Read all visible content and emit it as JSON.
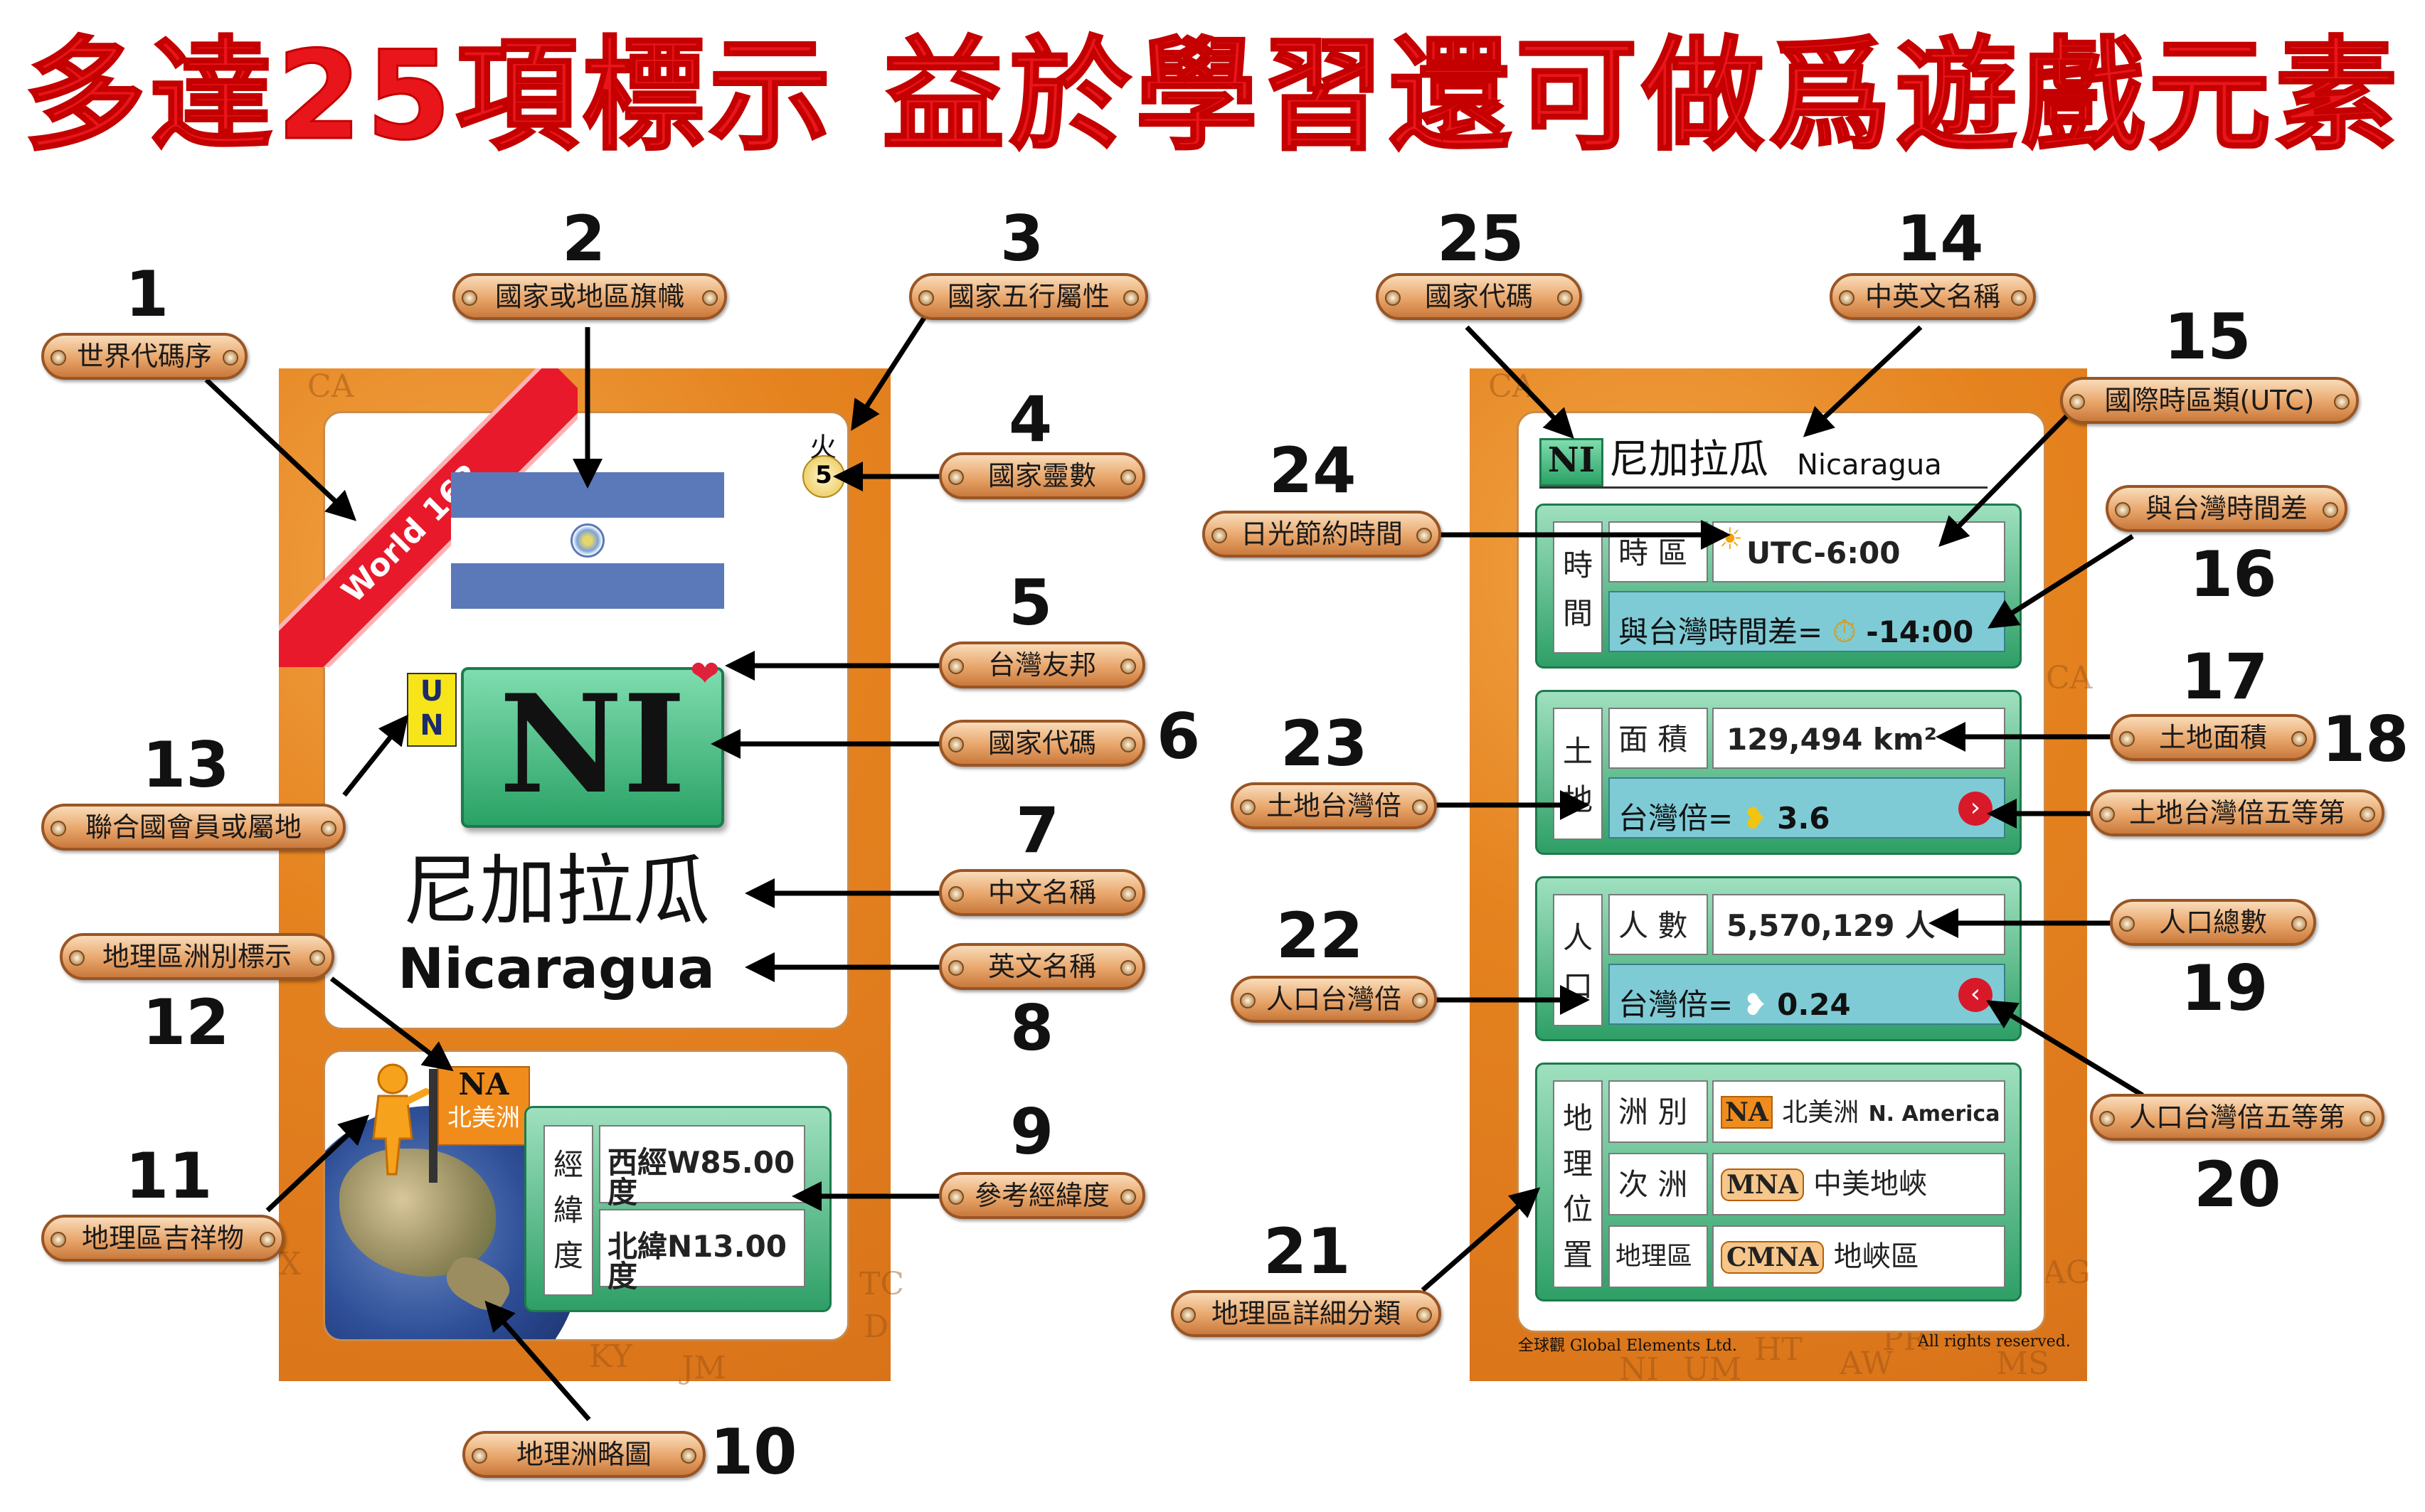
{
  "title": "多達25項標示  益於學習還可做爲遊戲元素",
  "callouts": {
    "c1": "世界代碼序",
    "c2": "國家或地區旗幟",
    "c3": "國家五行屬性",
    "c4": "國家靈數",
    "c5": "台灣友邦",
    "c6": "國家代碼",
    "c7": "中文名稱",
    "c8": "英文名稱",
    "c9": "參考經緯度",
    "c10": "地理洲略圖",
    "c11": "地理區吉祥物",
    "c12": "地理區洲別標示",
    "c13": "聯合國會員或屬地",
    "c14": "中英文名稱",
    "c15": "國際時區類(UTC)",
    "c16": "與台灣時間差",
    "c17": "土地面積",
    "c18": "土地台灣倍五等第",
    "c19": "人口總數",
    "c20": "人口台灣倍五等第",
    "c21": "地理區詳細分類",
    "c22": "人口台灣倍",
    "c23": "土地台灣倍",
    "c24": "日光節約時間",
    "c25": "國家代碼"
  },
  "numbers": {
    "n1": "1",
    "n2": "2",
    "n3": "3",
    "n4": "4",
    "n5": "5",
    "n6": "6",
    "n7": "7",
    "n8": "8",
    "n9": "9",
    "n10": "10",
    "n11": "11",
    "n12": "12",
    "n13": "13",
    "n14": "14",
    "n15": "15",
    "n16": "16",
    "n17": "17",
    "n18": "18",
    "n19": "19",
    "n20": "20",
    "n21": "21",
    "n22": "22",
    "n23": "23",
    "n24": "24",
    "n25": "25"
  },
  "left_card": {
    "ribbon": "World 162",
    "element": "火",
    "spirit_number": "5",
    "un_u": "U",
    "un_n": "N",
    "code": "NI",
    "name_zh": "尼加拉瓜",
    "name_en": "Nicaragua",
    "region_code": "NA",
    "region_name": "北美洲",
    "coord_label_1": "經",
    "coord_label_2": "緯",
    "coord_label_3": "度",
    "longitude": "西經W85.00度",
    "latitude": "北緯N13.00度",
    "bg_texts": [
      "CA",
      "TC",
      "D",
      "KY",
      "JM",
      "X"
    ]
  },
  "right_card": {
    "code": "NI",
    "name_zh": "尼加拉瓜",
    "name_en": "Nicaragua",
    "time": {
      "group_label_1": "時",
      "group_label_2": "間",
      "zone_label": "時 區",
      "zone_value": "UTC-6:00",
      "diff_label": "與台灣時間差=",
      "diff_value": "-14:00"
    },
    "land": {
      "group_label_1": "土",
      "group_label_2": "地",
      "area_label": "面 積",
      "area_value": "129,494 km²",
      "ratio_label": "台灣倍=",
      "ratio_value": "3.6"
    },
    "population": {
      "group_label_1": "人",
      "group_label_2": "口",
      "count_label": "人 數",
      "count_value": "5,570,129 人",
      "ratio_label": "台灣倍=",
      "ratio_value": "0.24"
    },
    "geo": {
      "group_label_1": "地",
      "group_label_2": "理",
      "group_label_3": "位",
      "group_label_4": "置",
      "continent_label": "洲 別",
      "continent_code": "NA",
      "continent_name": "北美洲",
      "continent_en": "N. America",
      "subcont_label": "次 洲",
      "subcont_code": "MNA",
      "subcont_name": "中美地峽",
      "area_label": "地理區",
      "area_code": "CMNA",
      "area_name": "地峽區"
    },
    "footer_left": "全球觀 Global Elements Ltd.",
    "footer_right": "All rights reserved.",
    "bg_texts": [
      "CA",
      "AG",
      "NI",
      "UM",
      "HT",
      "AW",
      "PR",
      "MS",
      "CA"
    ]
  },
  "colors": {
    "title_red": "#e8151b",
    "card_orange": "#e5831f",
    "box_green": "#2e9f66",
    "flag_blue": "#5b79b8",
    "arrow_red": "#d8192a"
  }
}
